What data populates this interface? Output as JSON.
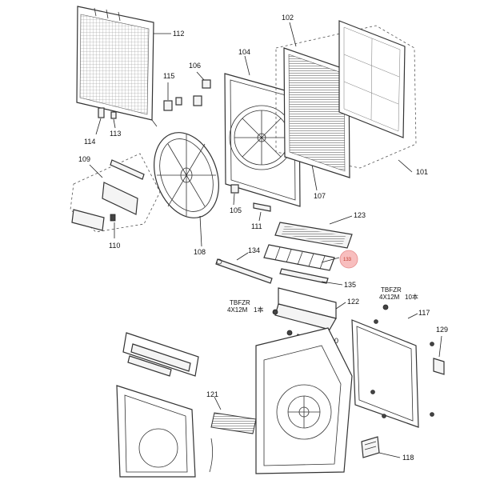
{
  "diagram": {
    "labels": {
      "p101": "101",
      "p102": "102",
      "p104": "104",
      "p105": "105",
      "p106": "106",
      "p107": "107",
      "p108": "108",
      "p109": "109",
      "p110": "110",
      "p111": "111",
      "p112": "112",
      "p113": "113",
      "p114": "114",
      "p115": "115",
      "p117": "117",
      "p118": "118",
      "p121": "121",
      "p122": "122",
      "p123": "123",
      "p129": "129",
      "p130": "130",
      "p133": "133",
      "p134": "134",
      "p135": "135"
    },
    "notes": {
      "screw_a_line1": "TBFZR",
      "screw_a_line2": "4X12M",
      "screw_a_qty": "1本",
      "screw_b_line1": "TBFZR",
      "screw_b_line2": "4X12M",
      "screw_b_qty": "10本"
    },
    "colors": {
      "line": "#333333",
      "badge": "#f5a8a8"
    }
  }
}
